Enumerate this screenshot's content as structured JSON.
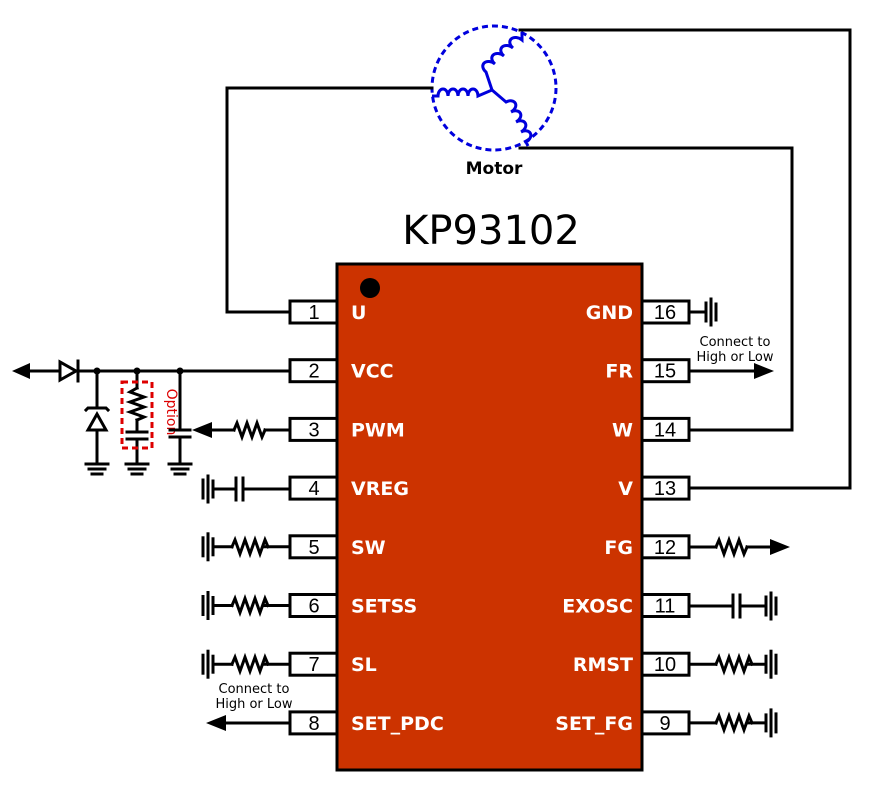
{
  "chip": {
    "title": "KP93102",
    "body_color": "#cc3300",
    "left_pins": [
      {
        "num": "1",
        "label": "U"
      },
      {
        "num": "2",
        "label": "VCC"
      },
      {
        "num": "3",
        "label": "PWM"
      },
      {
        "num": "4",
        "label": "VREG"
      },
      {
        "num": "5",
        "label": "SW"
      },
      {
        "num": "6",
        "label": "SETSS"
      },
      {
        "num": "7",
        "label": "SL"
      },
      {
        "num": "8",
        "label": "SET_PDC"
      }
    ],
    "right_pins": [
      {
        "num": "16",
        "label": "GND"
      },
      {
        "num": "15",
        "label": "FR"
      },
      {
        "num": "14",
        "label": "W"
      },
      {
        "num": "13",
        "label": "V"
      },
      {
        "num": "12",
        "label": "FG"
      },
      {
        "num": "11",
        "label": "EXOSC"
      },
      {
        "num": "10",
        "label": "RMST"
      },
      {
        "num": "9",
        "label": "SET_FG"
      }
    ]
  },
  "motor": {
    "label": "Motor",
    "color": "#0000dd"
  },
  "notes": {
    "fr_line1": "Connect to",
    "fr_line2": "High or Low",
    "pdc_line1": "Connect to",
    "pdc_line2": "High or Low",
    "option": "Option",
    "option_color": "#dd0000"
  }
}
